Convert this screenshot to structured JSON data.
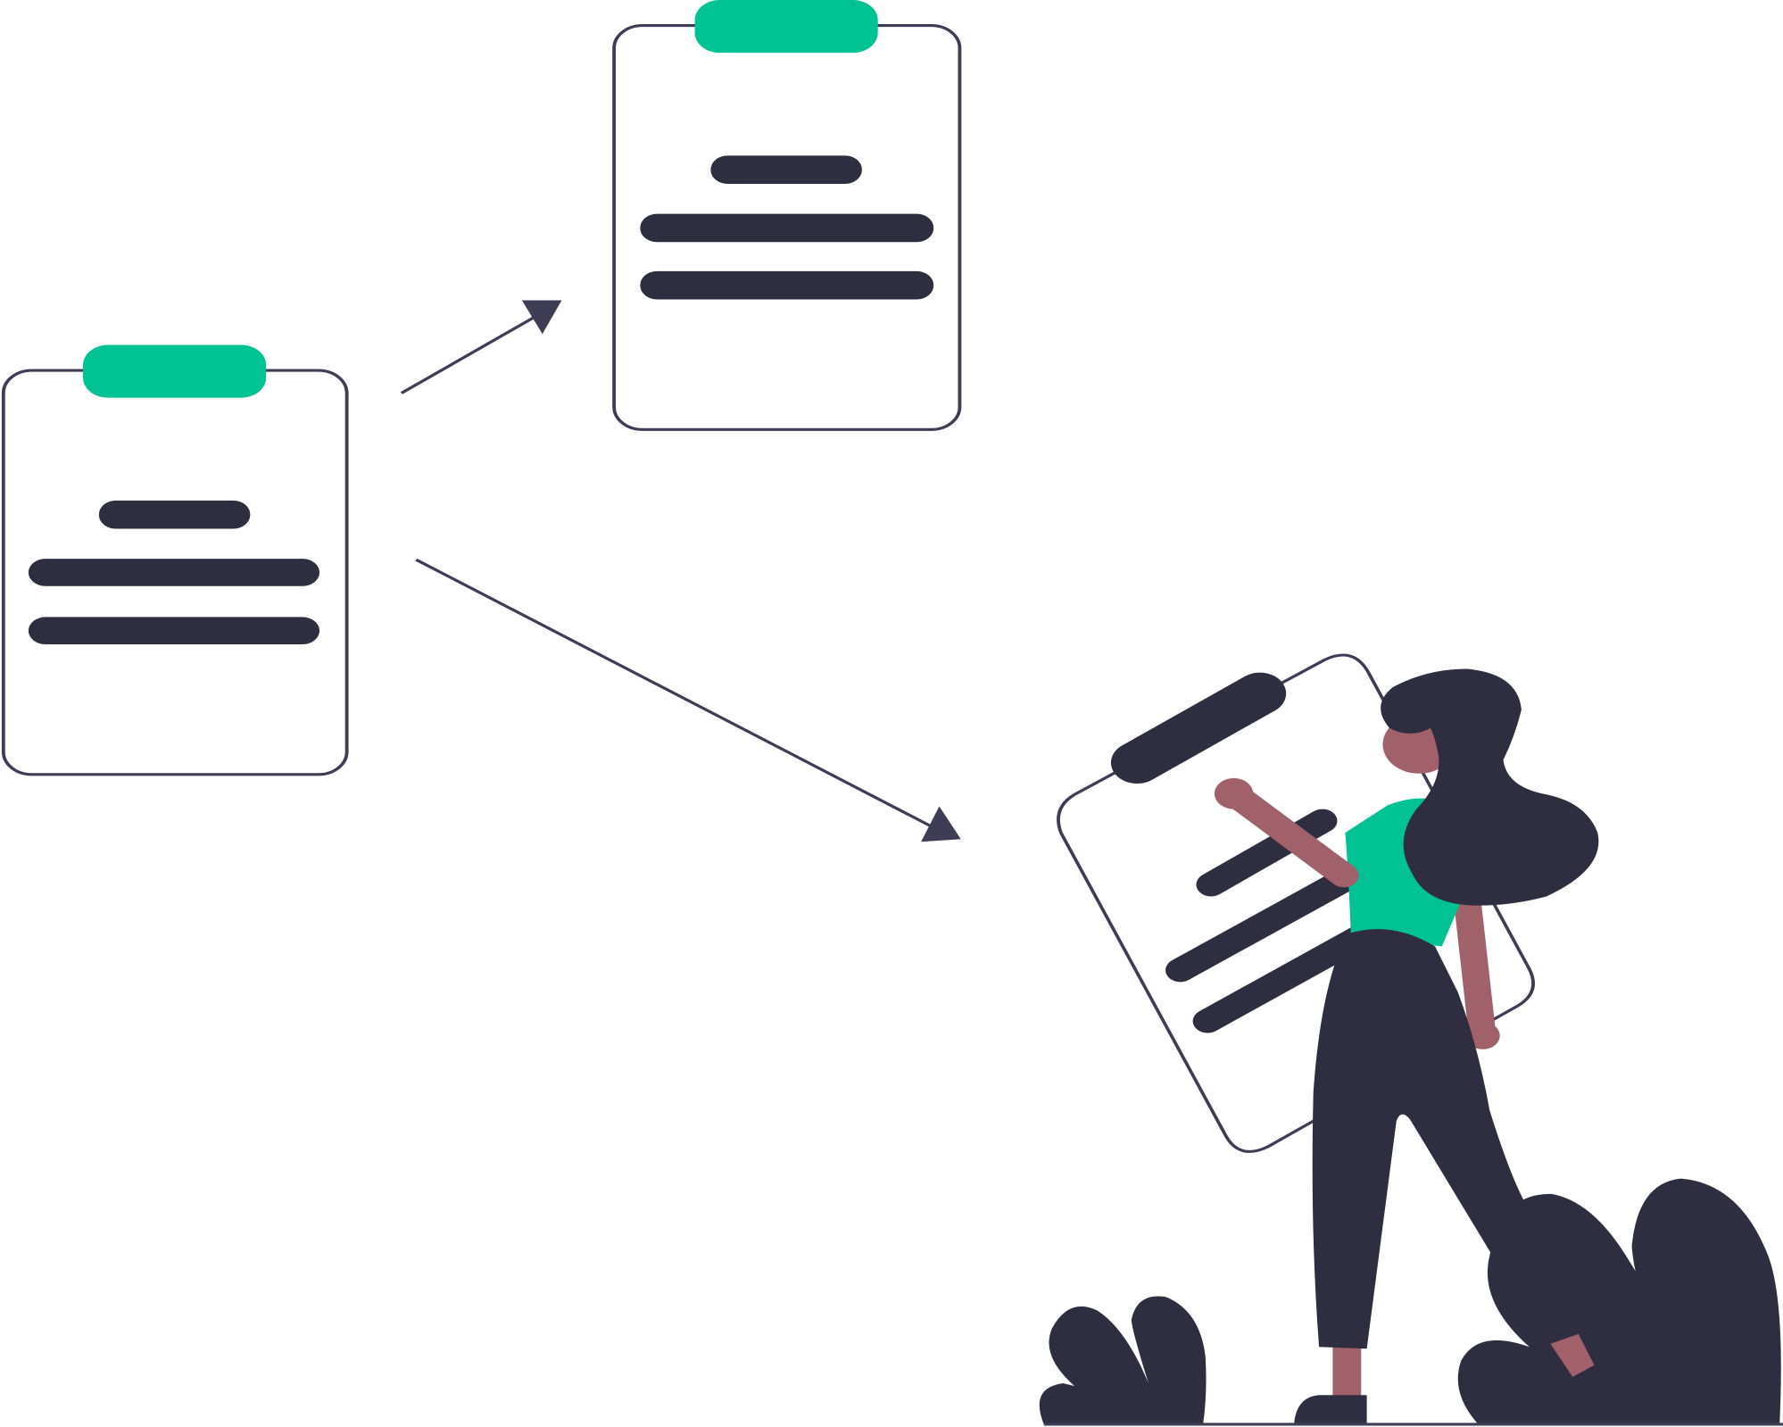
{
  "illustration": {
    "subject": "clipboards-workflow",
    "icons": [
      "clipboard-icon",
      "arrow-icon",
      "person-illustration",
      "plant-illustration"
    ]
  },
  "colors": {
    "accent": "#00c292",
    "dark": "#2f2e41",
    "outline": "#3f3d56",
    "skin": "#a0616a",
    "background": "#ffffff"
  }
}
